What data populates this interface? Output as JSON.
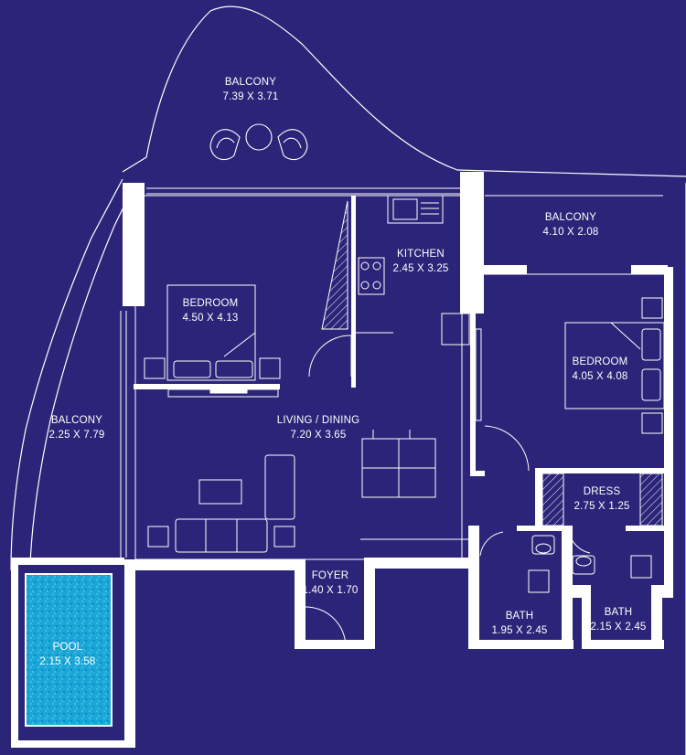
{
  "colors": {
    "background": "#2b2478",
    "wall": "#ffffff",
    "pool": "#1aa7d8"
  },
  "rooms": {
    "balcony_top": {
      "name": "BALCONY",
      "size": "7.39 X 3.71"
    },
    "balcony_right": {
      "name": "BALCONY",
      "size": "4.10 X 2.08"
    },
    "kitchen": {
      "name": "KITCHEN",
      "size": "2.45 X 3.25"
    },
    "bedroom_1": {
      "name": "BEDROOM",
      "size": "4.50 X 4.13"
    },
    "bedroom_2": {
      "name": "BEDROOM",
      "size": "4.05 X 4.08"
    },
    "living": {
      "name": "LIVING / DINING",
      "size": "7.20 X 3.65"
    },
    "balcony_left": {
      "name": "BALCONY",
      "size": "2.25 X 7.79"
    },
    "dress": {
      "name": "DRESS",
      "size": "2.75 X 1.25"
    },
    "foyer": {
      "name": "FOYER",
      "size": "1.40 X 1.70"
    },
    "bath_1": {
      "name": "BATH",
      "size": "1.95 X 2.45"
    },
    "bath_2": {
      "name": "BATH",
      "size": "2.15 X 2.45"
    },
    "pool": {
      "name": "POOL",
      "size": "2.15 X 3.58"
    }
  }
}
